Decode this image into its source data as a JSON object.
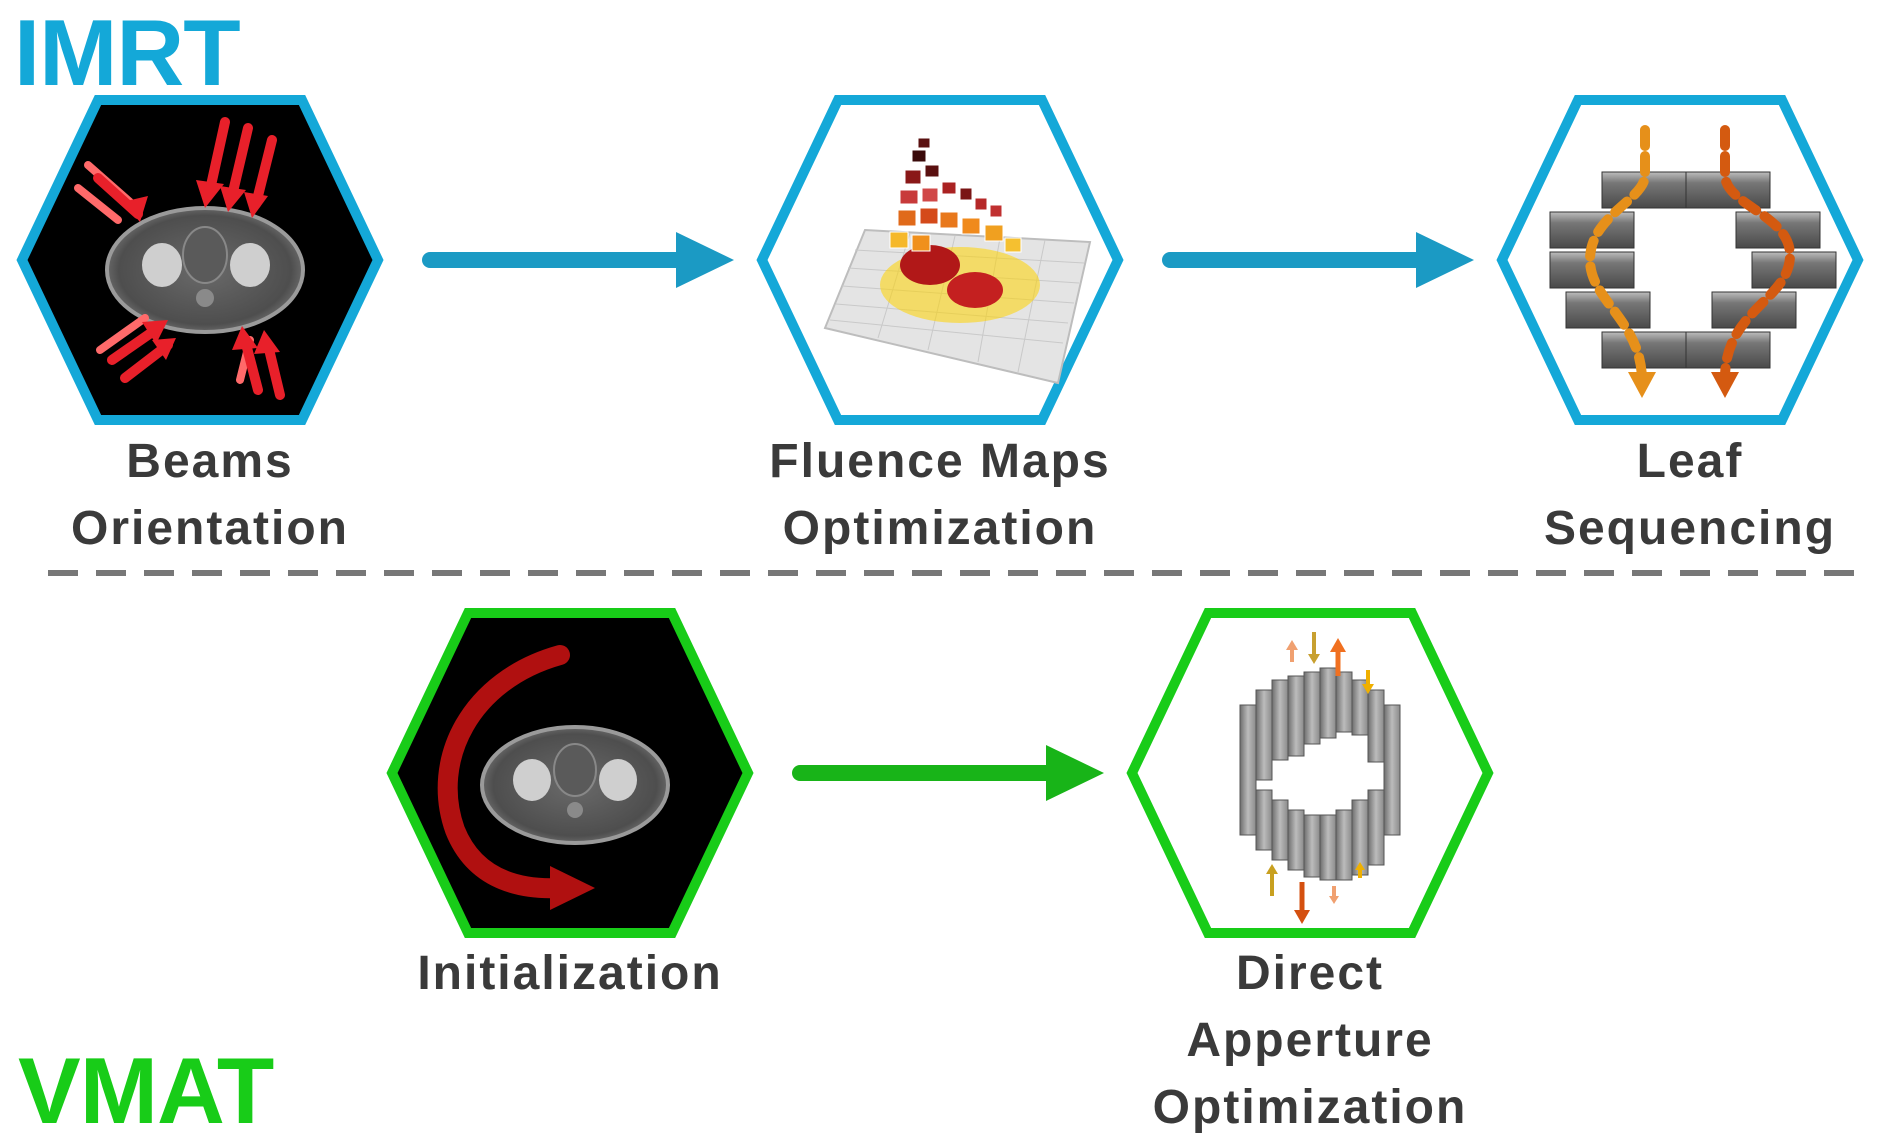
{
  "sections": {
    "imrt": {
      "title": "IMRT",
      "color": "#14a8d8"
    },
    "vmat": {
      "title": "VMAT",
      "color": "#18cc18"
    }
  },
  "imrt_steps": [
    {
      "id": "beams",
      "lines": [
        "Beams",
        "Orientation"
      ]
    },
    {
      "id": "fluence",
      "lines": [
        "Fluence Maps",
        "Optimization"
      ]
    },
    {
      "id": "leaf",
      "lines": [
        "Leaf",
        "Sequencing"
      ]
    }
  ],
  "vmat_steps": [
    {
      "id": "init",
      "lines": [
        "Initialization"
      ]
    },
    {
      "id": "dao",
      "lines": [
        "Direct",
        "Apperture",
        "Optimization"
      ]
    }
  ],
  "colors": {
    "imrt_arrow": "#1b9ac4",
    "vmat_arrow": "#18b418",
    "divider": "#777777",
    "label": "#3a3a3a",
    "beam_red": "#e8202a",
    "arc_red": "#b01010",
    "leaf_orange": "#e6901a",
    "leaf_darkorange": "#d45a10"
  }
}
